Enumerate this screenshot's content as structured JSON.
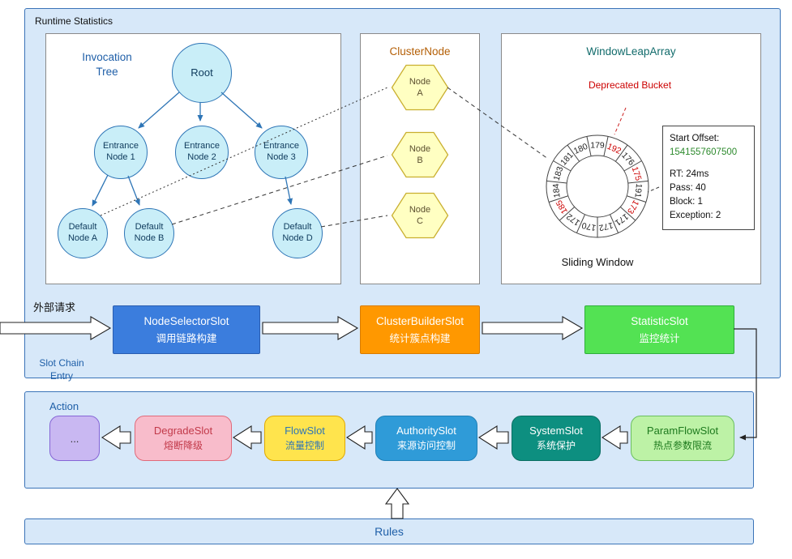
{
  "colors": {
    "panel_fill": "#d7e8f9",
    "panel_border": "#3b74b8",
    "accent_blue": "#1f5fa8",
    "deprecated_red": "#cc0000",
    "offset_green": "#2d8a2d"
  },
  "runtime": {
    "title": "Runtime Statistics",
    "invocation_tree": {
      "title": "Invocation Tree",
      "root": "Root",
      "entrances": [
        "Entrance Node 1",
        "Entrance Node 2",
        "Entrance Node 3"
      ],
      "defaults": [
        "Default Node A",
        "Default Node B",
        "Default Node D"
      ]
    },
    "cluster_node": {
      "title": "ClusterNode",
      "nodes": [
        "Node A",
        "Node B",
        "Node C"
      ]
    },
    "window_leap_array": {
      "title": "WindowLeapArray",
      "deprecated_label": "Deprecated Bucket",
      "sliding_window_label": "Sliding Window",
      "stats": {
        "offset_label": "Start Offset:",
        "offset_value": "1541557607500",
        "rt": "RT: 24ms",
        "pass": "Pass: 40",
        "block": "Block: 1",
        "exception": "Exception: 2"
      },
      "buckets": [
        {
          "v": "179",
          "deprecated": false
        },
        {
          "v": "192",
          "deprecated": true
        },
        {
          "v": "176",
          "deprecated": false
        },
        {
          "v": "175",
          "deprecated": true
        },
        {
          "v": "191",
          "deprecated": false
        },
        {
          "v": "173",
          "deprecated": true
        },
        {
          "v": "171",
          "deprecated": false
        },
        {
          "v": "172",
          "deprecated": false
        },
        {
          "v": "170",
          "deprecated": false
        },
        {
          "v": "172",
          "deprecated": false
        },
        {
          "v": "185",
          "deprecated": true
        },
        {
          "v": "184",
          "deprecated": false
        },
        {
          "v": "183",
          "deprecated": false
        },
        {
          "v": "181",
          "deprecated": false
        },
        {
          "v": "180",
          "deprecated": false
        }
      ]
    }
  },
  "slot_chain": {
    "external_request_label": "外部请求",
    "entry_label": "Slot Chain Entry",
    "slots": [
      {
        "name": "NodeSelectorSlot",
        "desc": "调用链路构建"
      },
      {
        "name": "ClusterBuilderSlot",
        "desc": "统计簇点构建"
      },
      {
        "name": "StatisticSlot",
        "desc": "监控统计"
      }
    ]
  },
  "action": {
    "title": "Action",
    "ellipsis": "...",
    "slots": [
      {
        "name": "DegradeSlot",
        "desc": "熔断降级"
      },
      {
        "name": "FlowSlot",
        "desc": "流量控制"
      },
      {
        "name": "AuthoritySlot",
        "desc": "来源访问控制"
      },
      {
        "name": "SystemSlot",
        "desc": "系统保护"
      },
      {
        "name": "ParamFlowSlot",
        "desc": "热点参数限流"
      }
    ]
  },
  "rules": {
    "label": "Rules"
  }
}
